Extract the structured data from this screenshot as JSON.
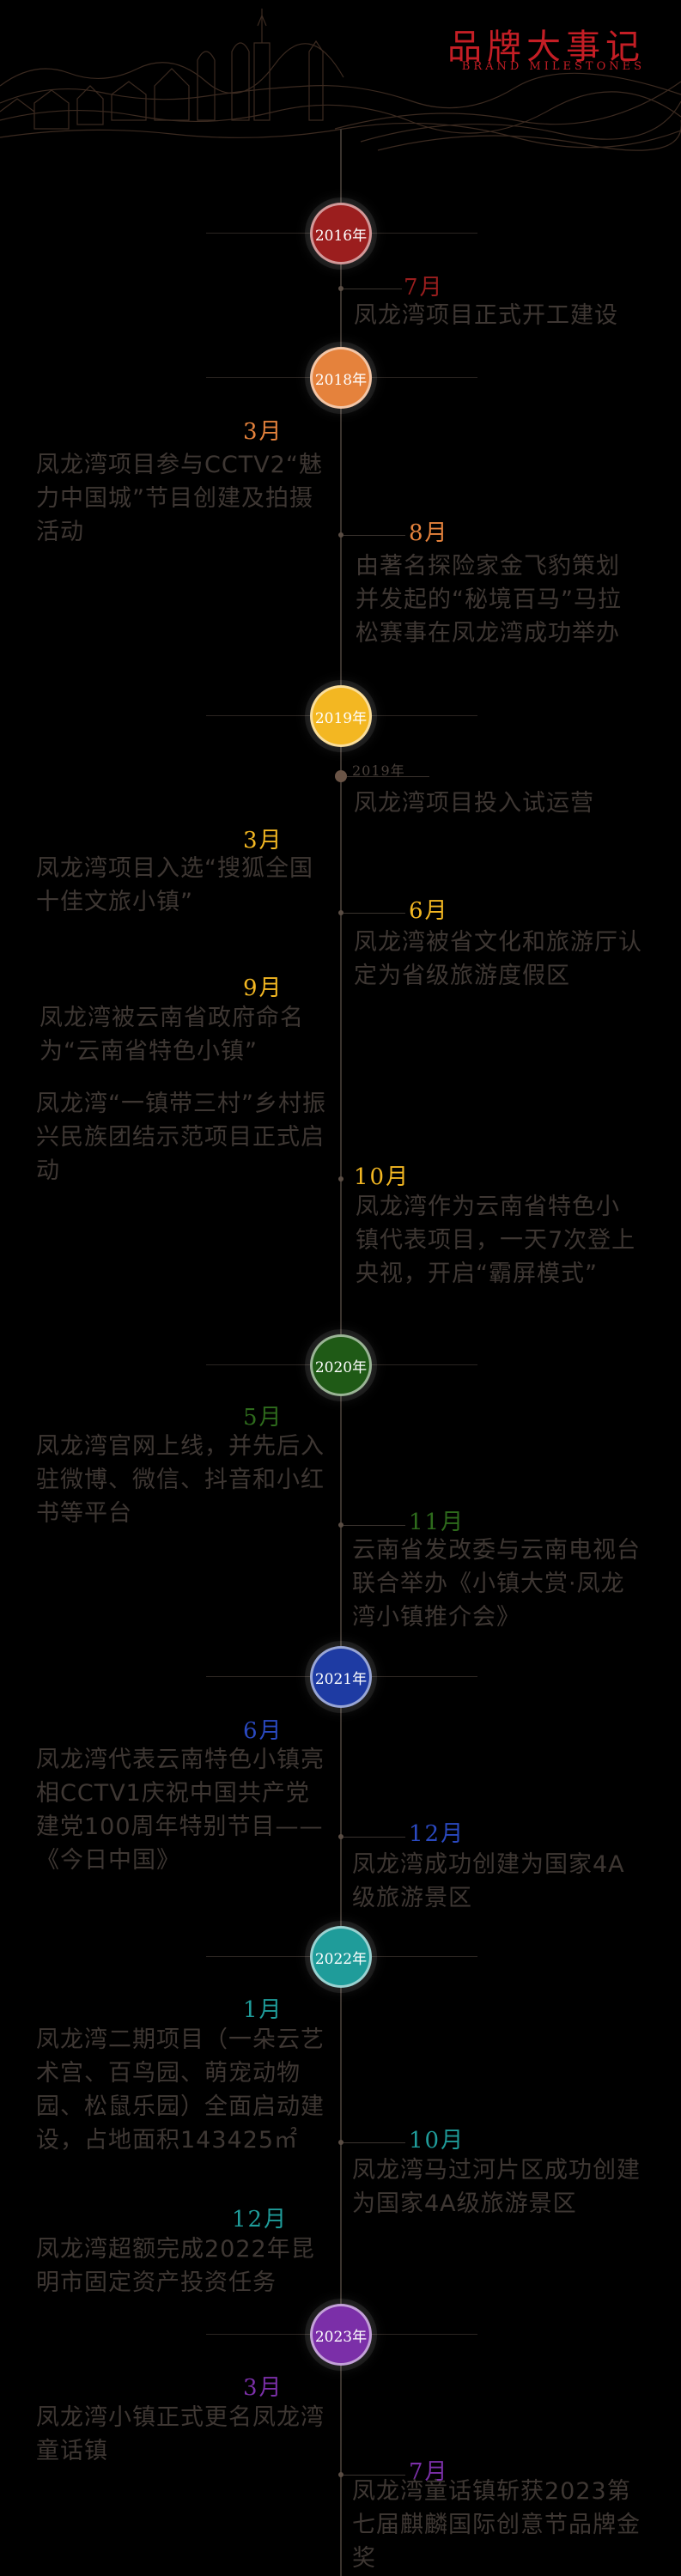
{
  "header": {
    "title": "品牌大事记",
    "subtitle": "BRAND MILESTONES"
  },
  "colors": {
    "2016": "#9b1e1e",
    "2018": "#e5823c",
    "2019": "#f3b722",
    "2020": "#1f5a16",
    "2021": "#1e3ba3",
    "2022": "#1f9c9a",
    "2023": "#7b2fa8"
  },
  "years": {
    "y2016": "2016年",
    "y2018": "2018年",
    "y2019": "2019年",
    "y2020": "2020年",
    "y2021": "2021年",
    "y2022": "2022年",
    "y2023": "2023年"
  },
  "events": {
    "e2016_7": {
      "month": "7月",
      "text": "凤龙湾项目正式开工建设"
    },
    "e2018_3": {
      "month": "3月",
      "text": "凤龙湾项目参与CCTV2“魅力中国城”节目创建及拍摄活动"
    },
    "e2018_8": {
      "month": "8月",
      "text": "由著名探险家金飞豹策划并发起的“秘境百马”马拉松赛事在凤龙湾成功举办"
    },
    "e2019_trial": {
      "month": "2019年",
      "text": "凤龙湾项目投入试运营"
    },
    "e2019_3": {
      "month": "3月",
      "text": "凤龙湾项目入选“搜狐全国十佳文旅小镇”"
    },
    "e2019_6": {
      "month": "6月",
      "text": "凤龙湾被省文化和旅游厅认定为省级旅游度假区"
    },
    "e2019_9": {
      "month": "9月",
      "text": "凤龙湾被云南省政府命名为“云南省特色小镇”"
    },
    "e2019_9b": {
      "text": "凤龙湾“一镇带三村”乡村振兴民族团结示范项目正式启动"
    },
    "e2019_10": {
      "month": "10月",
      "text": "凤龙湾作为云南省特色小镇代表项目，一天7次登上央视，开启“霸屏模式”"
    },
    "e2020_5": {
      "month": "5月",
      "text": "凤龙湾官网上线，并先后入驻微博、微信、抖音和小红书等平台"
    },
    "e2020_11": {
      "month": "11月",
      "text": "云南省发改委与云南电视台联合举办《小镇大赏·凤龙湾小镇推介会》"
    },
    "e2021_6": {
      "month": "6月",
      "text": "凤龙湾代表云南特色小镇亮相CCTV1庆祝中国共产党建党100周年特别节目——《今日中国》"
    },
    "e2021_12": {
      "month": "12月",
      "text": "凤龙湾成功创建为国家4A级旅游景区"
    },
    "e2022_1": {
      "month": "1月",
      "text": "凤龙湾二期项目（一朵云艺术宫、百鸟园、萌宠动物园、松鼠乐园）全面启动建设，占地面积143425㎡"
    },
    "e2022_10": {
      "month": "10月",
      "text": "凤龙湾马过河片区成功创建为国家4A级旅游景区"
    },
    "e2022_12": {
      "month": "12月",
      "text": "凤龙湾超额完成2022年昆明市固定资产投资任务"
    },
    "e2023_3": {
      "month": "3月",
      "text": "凤龙湾小镇正式更名凤龙湾童话镇"
    },
    "e2023_7": {
      "month": "7月",
      "text": "凤龙湾童话镇斩获2023第七届麒麟国际创意节品牌金奖"
    }
  }
}
